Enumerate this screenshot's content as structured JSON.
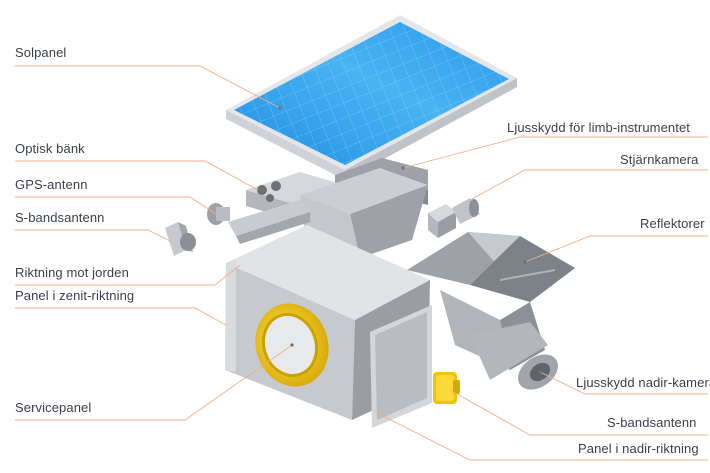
{
  "labels": {
    "solar_panel": "Solpanel",
    "optical_bench": "Optisk bänk",
    "gps_antenna": "GPS-antenn",
    "s_band_antenna_left": "S-bandsantenn",
    "direction_earth": "Riktning mot jorden",
    "panel_zenith": "Panel i zenit-riktning",
    "service_panel": "Servicepanel",
    "limb_light_shield": "Ljusskydd för limb-instrumentet",
    "star_camera": "Stjärnkamera",
    "reflector": "Reflektorer",
    "nadir_light_shield": "Ljusskydd nadir-kamera",
    "s_band_antenna_right": "S-bandsantenn",
    "panel_nadir": "Panel i nadir-riktning"
  },
  "colors": {
    "leader": "#f0b08a",
    "label_text": "#3b3f4a",
    "solar_blue": "#2e9ae8",
    "gold": "#f0c400",
    "body_grey": "#b9bcc1"
  }
}
